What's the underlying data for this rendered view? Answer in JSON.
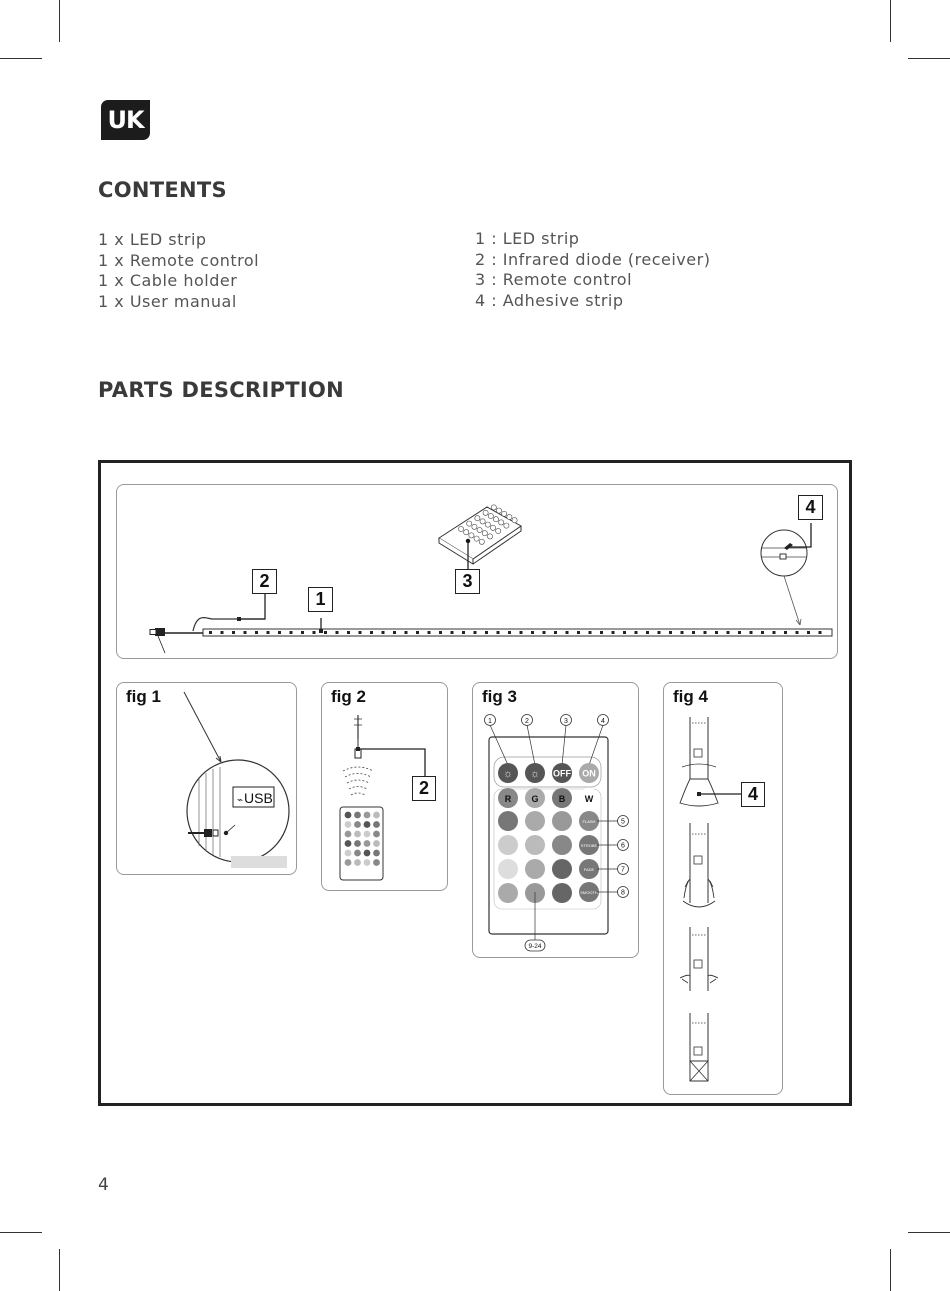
{
  "language_badge": "UK",
  "contents": {
    "heading": "CONTENTS",
    "items": [
      "1 x LED strip",
      "1 x Remote control",
      "1 x Cable holder",
      "1 x User manual"
    ],
    "legend": [
      "1 : LED strip",
      "2 : Infrared diode (receiver)",
      "3 : Remote control",
      "4 : Adhesive strip"
    ]
  },
  "parts": {
    "heading": "PARTS DESCRIPTION",
    "callouts": [
      "1",
      "2",
      "3",
      "4"
    ],
    "figures": [
      "fig 1",
      "fig 2",
      "fig 3",
      "fig 4"
    ],
    "usb_label": "USB",
    "remote_buttons": {
      "off": "OFF",
      "on": "ON",
      "r": "R",
      "g": "G",
      "b": "B",
      "w": "W",
      "side": [
        "FLASH",
        "STROBE",
        "FADE",
        "SMOOTH"
      ],
      "markers": [
        "1",
        "2",
        "3",
        "4",
        "5",
        "6",
        "7",
        "8",
        "9-24"
      ]
    }
  },
  "page_number": "4"
}
